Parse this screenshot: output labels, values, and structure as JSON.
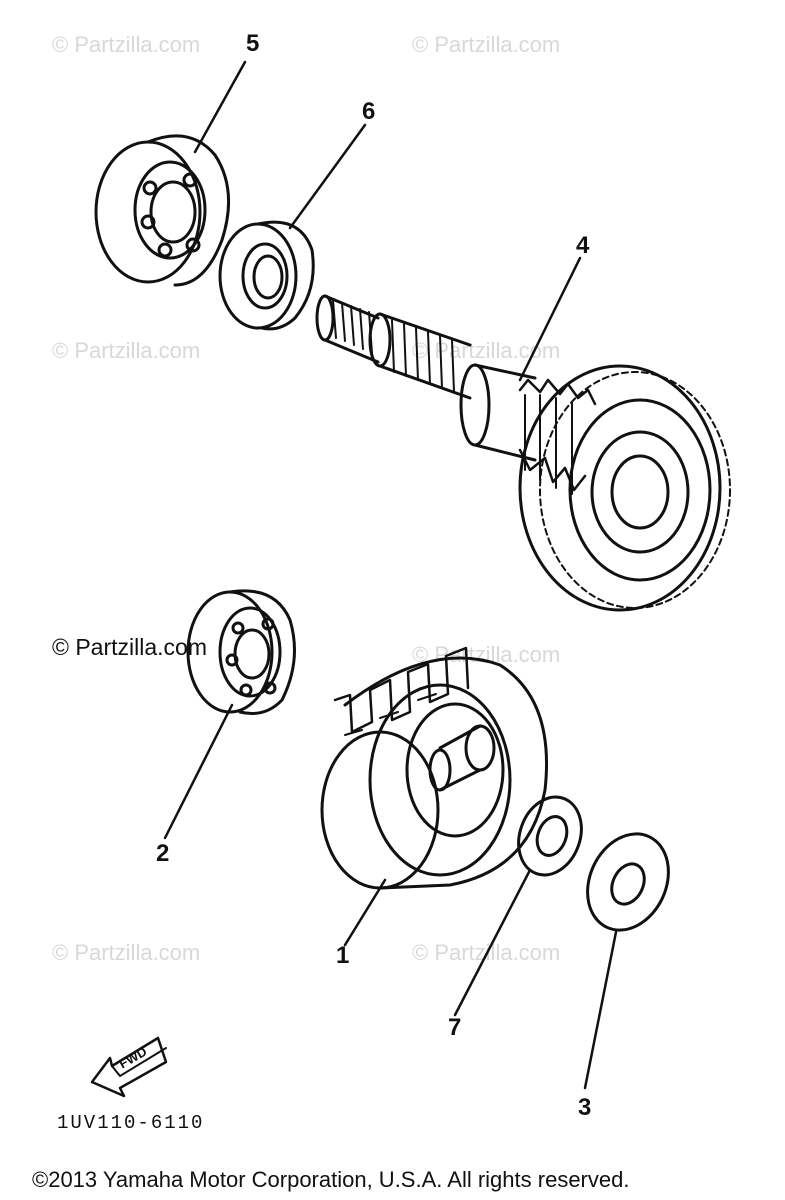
{
  "watermark": "© Partzilla.com",
  "notice": "© Partzilla.com",
  "drawing_code": "1UV110-6110",
  "fwd_label": "FWD",
  "copyright": "©2013 Yamaha Motor Corporation, U.S.A. All rights reserved.",
  "callouts": {
    "c1": "1",
    "c2": "2",
    "c3": "3",
    "c4": "4",
    "c5": "5",
    "c6": "6",
    "c7": "7"
  }
}
